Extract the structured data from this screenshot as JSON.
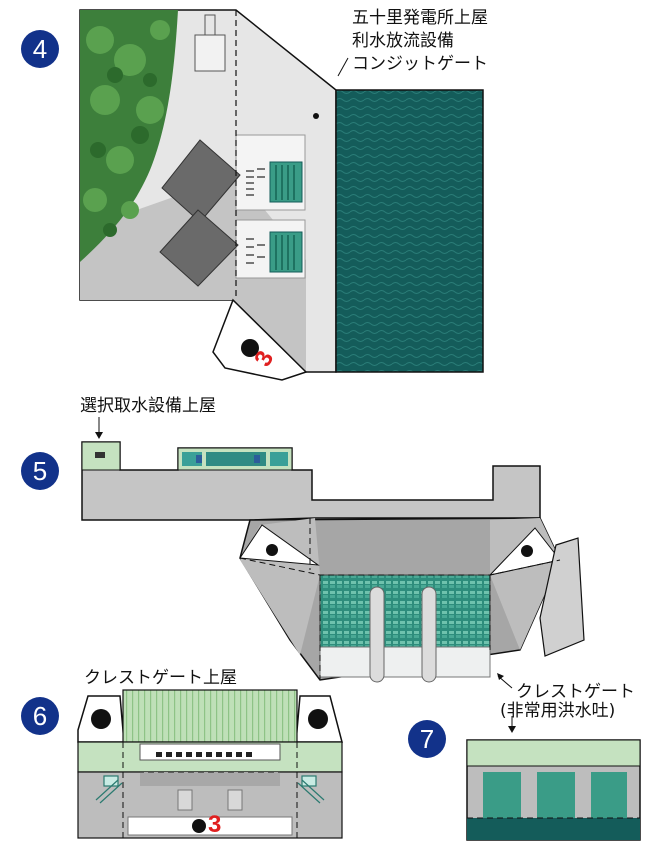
{
  "sections": [
    {
      "number": "4",
      "labels": [
        "五十里発電所上屋",
        "利水放流設備",
        "コンジットゲート"
      ]
    },
    {
      "number": "5",
      "labels": [
        "選択取水設備上屋",
        "クレストゲート",
        "(非常用洪水吐)"
      ]
    },
    {
      "number": "6",
      "labels": [
        "クレストゲート上屋"
      ]
    },
    {
      "number": "7",
      "labels": []
    }
  ],
  "marks": {
    "part_number": "3"
  },
  "colors": {
    "badge": "#12328a",
    "water": "#145c5a",
    "roof": "#c5e2c0",
    "concrete": "#cfcfcf",
    "mark": "#e02020"
  }
}
